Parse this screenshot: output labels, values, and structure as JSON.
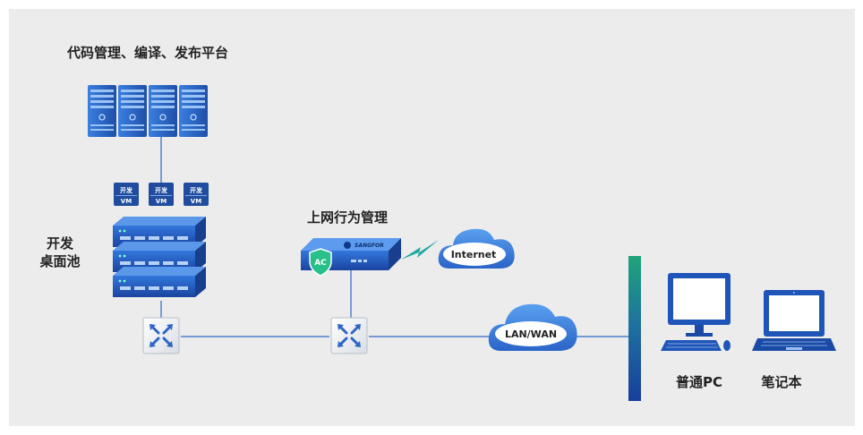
{
  "labels": {
    "code_platform": "代码管理、编译、发布平台",
    "dev_pool_line1": "开发",
    "dev_pool_line2": "桌面池",
    "behavior_mgmt": "上网行为管理",
    "internet": "Internet",
    "lanwan": "LAN/WAN",
    "pc": "普通PC",
    "laptop": "笔记本"
  },
  "vm_tags": [
    {
      "top": "开发",
      "bottom": "VM"
    },
    {
      "top": "开发",
      "bottom": "VM"
    },
    {
      "top": "开发",
      "bottom": "VM"
    }
  ],
  "device": {
    "brand": "SANGFOR",
    "badge": "AC"
  },
  "colors": {
    "background": "#ececec",
    "server_blue": "#2f6fd1",
    "server_dark": "#1f4c9e",
    "bar_top": "#1fa47a",
    "bar_bottom": "#173f9c",
    "line": "#2c67c4"
  }
}
